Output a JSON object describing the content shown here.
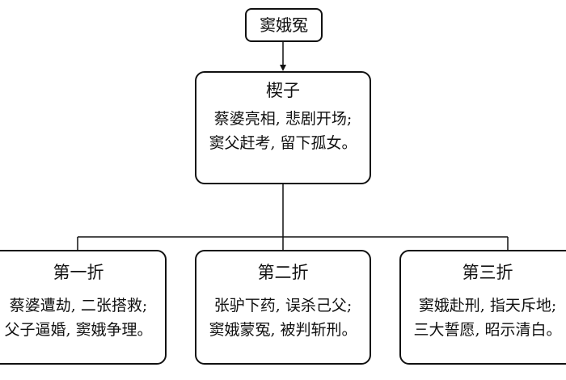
{
  "root": {
    "label": "窦娥冤"
  },
  "prologue": {
    "title": "楔子",
    "lines": [
      "蔡婆亮相, 悲剧开场;",
      "窦父赶考, 留下孤女。"
    ]
  },
  "acts": [
    {
      "title": "第一折",
      "lines": [
        "蔡婆遭劫, 二张搭救;",
        "父子逼婚, 窦娥争理。"
      ]
    },
    {
      "title": "第二折",
      "lines": [
        "张驴下药, 误杀己父;",
        "窦娥蒙冤, 被判斩刑。"
      ]
    },
    {
      "title": "第三折",
      "lines": [
        "窦娥赴刑, 指天斥地;",
        "三大誓愿, 昭示清白。"
      ]
    }
  ],
  "colors": {
    "stroke": "#111111",
    "background": "#ffffff"
  }
}
